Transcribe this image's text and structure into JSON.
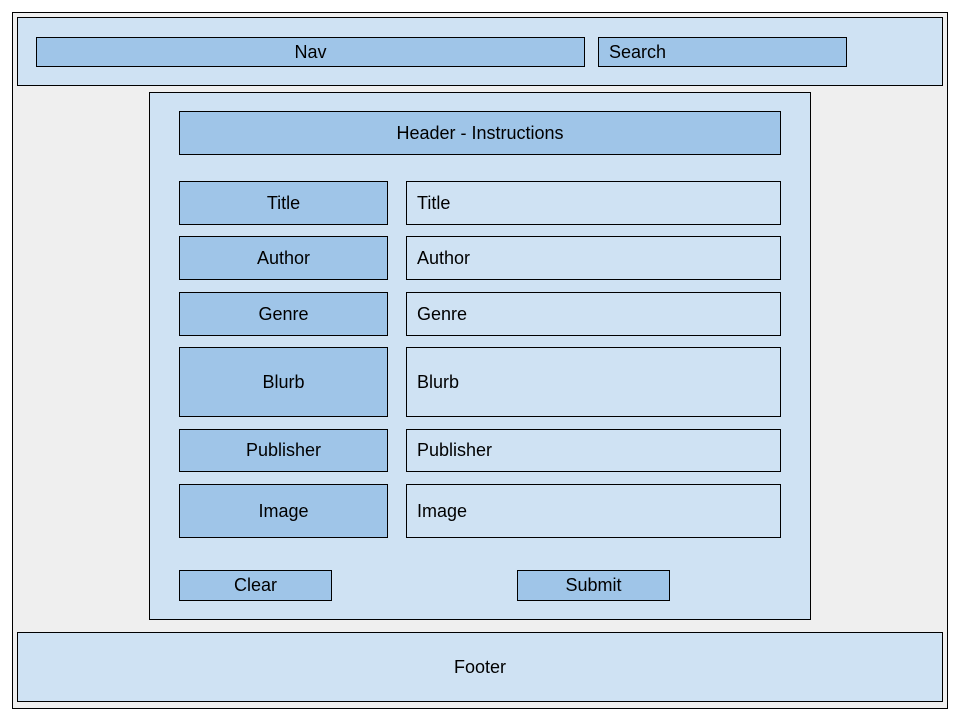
{
  "header": {
    "nav_label": "Nav",
    "search_label": "Search"
  },
  "main": {
    "instructions": "Header - Instructions",
    "rows": [
      {
        "label": "Title",
        "field": "Title"
      },
      {
        "label": "Author",
        "field": "Author"
      },
      {
        "label": "Genre",
        "field": "Genre"
      },
      {
        "label": "Blurb",
        "field": "Blurb"
      },
      {
        "label": "Publisher",
        "field": "Publisher"
      },
      {
        "label": "Image",
        "field": "Image"
      }
    ],
    "clear_label": "Clear",
    "submit_label": "Submit"
  },
  "footer": {
    "label": "Footer"
  },
  "colors": {
    "background": "#efefef",
    "light_box": "#cfe2f3",
    "mid_box": "#9fc5e8",
    "border": "#000000"
  }
}
